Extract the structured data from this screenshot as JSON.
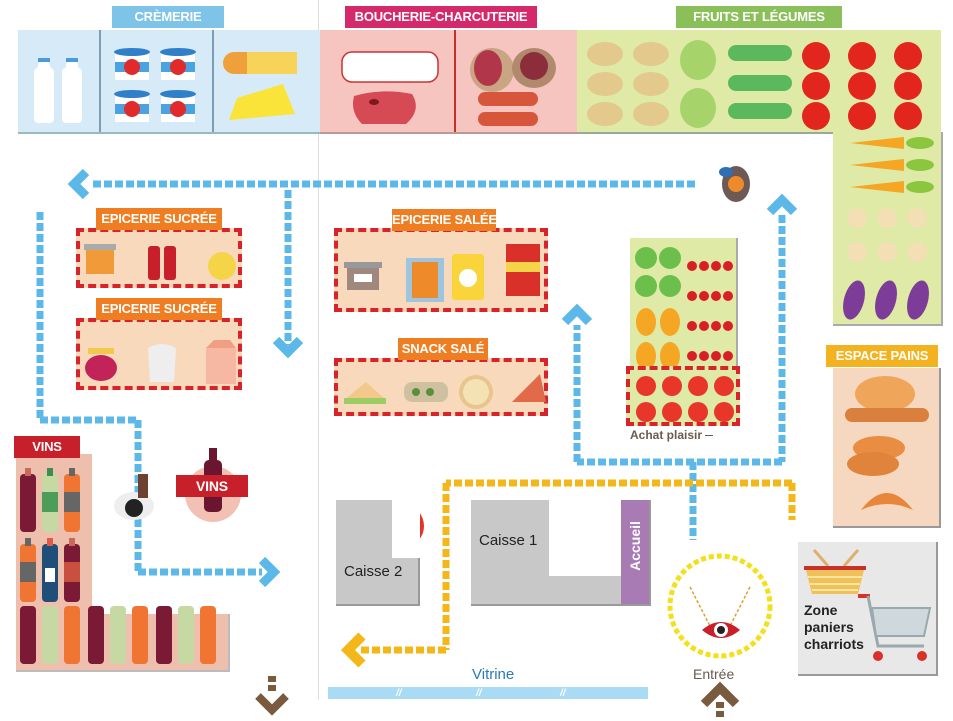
{
  "title": "Plan de magasin",
  "sections": {
    "cremerie": {
      "label": "CRÈMERIE",
      "color": "#7ec3e8",
      "bg": "#d6eaf8"
    },
    "boucherie": {
      "label": "BOUCHERIE-CHARCUTERIE",
      "color": "#d42a6b",
      "bg": "#f7c5c0"
    },
    "fruits": {
      "label": "FRUITS ET LÉGUMES",
      "color": "#8bbf5a",
      "bg": "#dfeaa7"
    },
    "epicerie_sucree_1": {
      "label": "EPICERIE SUCRÉE",
      "color": "#ef7d22",
      "bg": "#f8d9bc"
    },
    "epicerie_sucree_2": {
      "label": "EPICERIE SUCRÉE",
      "color": "#ef7d22",
      "bg": "#f8d9bc"
    },
    "epicerie_salee": {
      "label": "EPICERIE SALÉE",
      "color": "#ef7d22",
      "bg": "#f8d9bc"
    },
    "snack_sale": {
      "label": "SNACK SALÉ",
      "color": "#ef7d22",
      "bg": "#f8d9bc"
    },
    "espace_pains": {
      "label": "ESPACE PAINS",
      "color": "#f3b21f",
      "bg": "#f6d8c0"
    },
    "vins": {
      "label": "VINS",
      "color": "#c8202a",
      "bg": "#efbfae"
    },
    "vins_badge": {
      "label": "VINS"
    }
  },
  "achat_plaisir": {
    "label": "Achat plaisir"
  },
  "caisse1": {
    "label": "Caisse 1"
  },
  "caisse2": {
    "label": "Caisse 2"
  },
  "accueil": {
    "label": "Accueil",
    "color": "#a97bb5"
  },
  "vitrine": {
    "label": "Vitrine",
    "color": "#a9dbf5"
  },
  "entree": {
    "label": "Entrée"
  },
  "zone_paniers": {
    "line1": "Zone",
    "line2": "paniers",
    "line3": "charriots"
  },
  "colors": {
    "path_blue": "#5bb8e8",
    "path_yellow": "#f4b719",
    "arrow_brown": "#7a5a3c",
    "dash_red": "#d8232a",
    "counter_grey": "#c8c8c8"
  },
  "icons": {
    "milk": "milk-bottle-icon",
    "yogurt": "yogurt-icon",
    "cheese": "cheese-icon",
    "meat": "meat-icon",
    "ham": "ham-icon",
    "sausage": "sausage-icon",
    "potato": "potato-icon",
    "lettuce": "lettuce-icon",
    "cucumber": "cucumber-icon",
    "tomato": "tomato-icon",
    "carrot": "carrot-icon",
    "onion": "onion-icon",
    "eggplant": "eggplant-icon",
    "bread": "bread-icon",
    "croissant": "croissant-icon",
    "wine": "wine-bottle-icon",
    "cart": "shopping-cart-icon",
    "basket": "basket-icon",
    "eye": "eye-icon",
    "person": "shopper-icon"
  }
}
